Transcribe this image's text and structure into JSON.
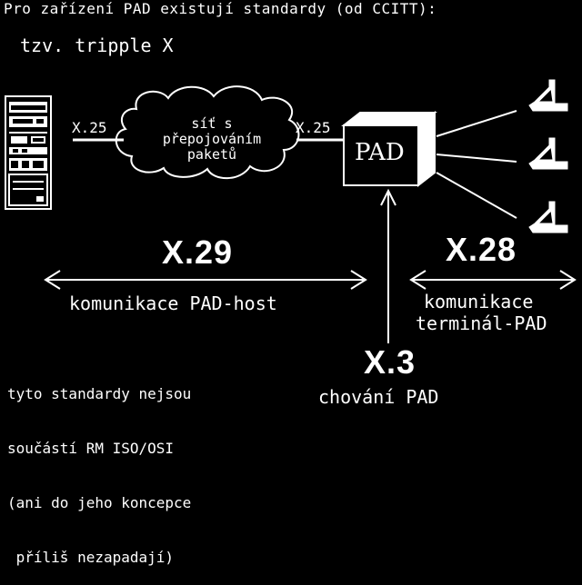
{
  "title": "Pro zařízení PAD existují standardy (od CCITT):",
  "subtitle": "tzv. tripple X",
  "links": {
    "left_x25": "X.25",
    "right_x25": "X.25"
  },
  "cloud": {
    "lines": [
      "síť s",
      "přepojováním",
      "paketů"
    ]
  },
  "pad_box": {
    "label": "PAD"
  },
  "standards": {
    "x29": {
      "code": "X.29",
      "label": "komunikace PAD-host"
    },
    "x28": {
      "code": "X.28",
      "label_line1": "komunikace",
      "label_line2": "terminál-PAD"
    },
    "x3": {
      "code": "X.3",
      "label": "chování PAD"
    }
  },
  "note": {
    "lines": [
      "tyto standardy nejsou",
      "součástí RM ISO/OSI",
      "(ani do jeho koncepce",
      " příliš nezapadají)"
    ]
  },
  "icons": {
    "host": "server-tower-icon",
    "terminal": "terminal-icon",
    "network": "cloud-icon"
  }
}
